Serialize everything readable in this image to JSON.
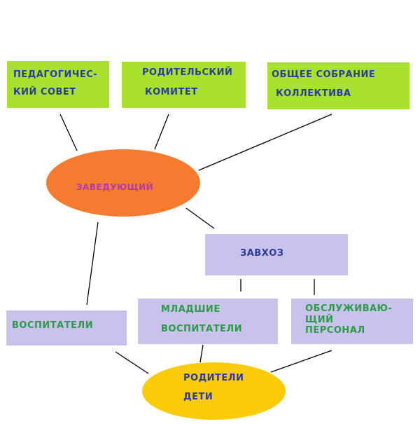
{
  "top_boxes": {
    "pedagogical": {
      "line1": "ПЕДАГОГИЧЕС-",
      "line2": "КИЙ  СОВЕТ"
    },
    "parents_committee": {
      "line1": "РОДИТЕЛЬСКИЙ",
      "line2": "КОМИТЕТ"
    },
    "general_meeting": {
      "line1": "ОБЩЕЕ  СОБРАНИЕ",
      "line2": "КОЛЛЕКТИВА"
    }
  },
  "head": {
    "label": "ЗАВЕДУЮЩИЙ"
  },
  "supply_manager": {
    "label": "ЗАВХОЗ"
  },
  "educators": {
    "label": "ВОСПИТАТЕЛИ"
  },
  "junior_educators": {
    "line1": "МЛАДШИЕ",
    "line2": "ВОСПИТАТЕЛИ"
  },
  "service_staff": {
    "line1": "ОБСЛУЖИВАЮ-",
    "line2": "ЩИЙ",
    "line3": "ПЕРСОНАЛ"
  },
  "parents_children": {
    "line1": "РОДИТЕЛИ",
    "line2": "ДЕТИ"
  },
  "colors": {
    "green_box": "#a9e22c",
    "lilac_box": "#c9c2ea",
    "orange_ellipse": "#f77b2e",
    "yellow_ellipse": "#fbcb08",
    "blue_text": "#2b3b9e",
    "green_text": "#2a9b48",
    "magenta_text": "#b23aa8"
  }
}
